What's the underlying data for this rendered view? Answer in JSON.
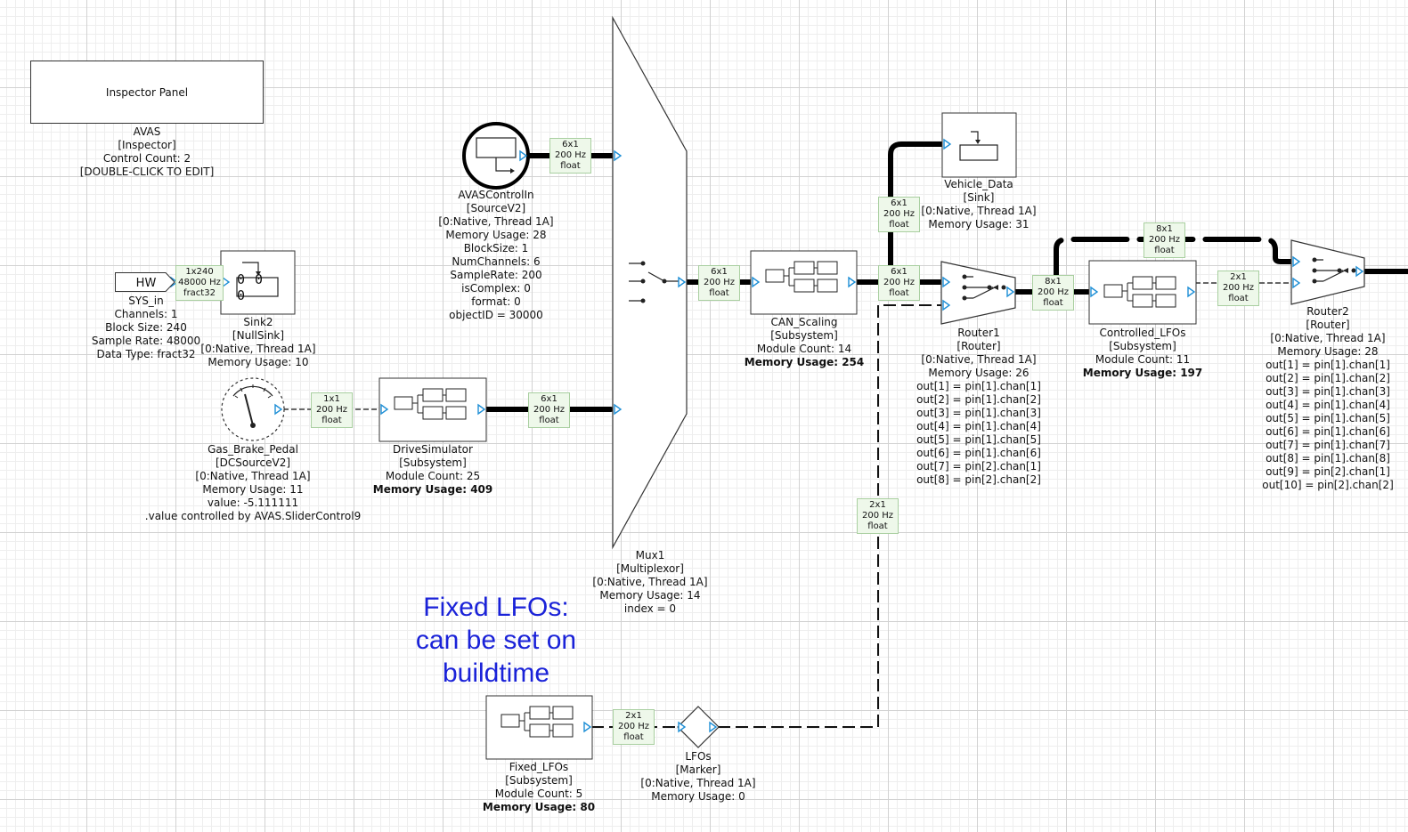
{
  "inspector": {
    "box_label": "Inspector Panel",
    "lines": [
      "AVAS",
      "[Inspector]",
      "Control Count: 2",
      "[DOUBLE-CLICK TO EDIT]"
    ]
  },
  "sys_in": {
    "box_label": "HW",
    "lines": [
      "SYS_in",
      "Channels: 1",
      "Block Size: 240",
      "Sample Rate: 48000",
      "Data Type: fract32"
    ]
  },
  "sink2": {
    "display": "0 0 0",
    "lines": [
      "Sink2",
      "[NullSink]",
      "[0:Native, Thread 1A]",
      "Memory Usage: 10"
    ]
  },
  "gas_brake_pedal": {
    "lines": [
      "Gas_Brake_Pedal",
      "[DCSourceV2]",
      "[0:Native, Thread 1A]",
      "Memory Usage: 11",
      "value: -5.111111",
      ".value controlled by AVAS.SliderControl9"
    ]
  },
  "drive_simulator": {
    "lines": [
      "DriveSimulator",
      "[Subsystem]",
      "Module Count: 25"
    ],
    "bold_line": "Memory Usage: 409"
  },
  "avas_control_in": {
    "lines": [
      "AVASControlIn",
      "[SourceV2]",
      "[0:Native, Thread 1A]",
      "Memory Usage: 28",
      "BlockSize: 1",
      "NumChannels: 6",
      "SampleRate: 200",
      "isComplex: 0",
      "format: 0",
      "objectID = 30000"
    ]
  },
  "mux1": {
    "lines": [
      "Mux1",
      "[Multiplexor]",
      "[0:Native, Thread 1A]",
      "Memory Usage: 14",
      "index = 0"
    ]
  },
  "can_scaling": {
    "lines": [
      "CAN_Scaling",
      "[Subsystem]",
      "Module Count: 14"
    ],
    "bold_line": "Memory Usage: 254"
  },
  "vehicle_data": {
    "lines": [
      "Vehicle_Data",
      "[Sink]",
      "[0:Native, Thread 1A]",
      "Memory Usage: 31"
    ]
  },
  "router1": {
    "lines": [
      "Router1",
      "[Router]",
      "[0:Native, Thread 1A]",
      "Memory Usage: 26",
      "out[1] = pin[1].chan[1]",
      "out[2] = pin[1].chan[2]",
      "out[3] = pin[1].chan[3]",
      "out[4] = pin[1].chan[4]",
      "out[5] = pin[1].chan[5]",
      "out[6] = pin[1].chan[6]",
      "out[7] = pin[2].chan[1]",
      "out[8] = pin[2].chan[2]"
    ]
  },
  "controlled_lfos": {
    "lines": [
      "Controlled_LFOs",
      "[Subsystem]",
      "Module Count: 11"
    ],
    "bold_line": "Memory Usage: 197"
  },
  "router2": {
    "lines": [
      "Router2",
      "[Router]",
      "[0:Native, Thread 1A]",
      "Memory Usage: 28",
      "out[1] = pin[1].chan[1]",
      "out[2] = pin[1].chan[2]",
      "out[3] = pin[1].chan[3]",
      "out[4] = pin[1].chan[4]",
      "out[5] = pin[1].chan[5]",
      "out[6] = pin[1].chan[6]",
      "out[7] = pin[1].chan[7]",
      "out[8] = pin[1].chan[8]",
      "out[9] = pin[2].chan[1]",
      "out[10] = pin[2].chan[2]"
    ]
  },
  "fixed_lfos": {
    "lines": [
      "Fixed_LFOs",
      "[Subsystem]",
      "Module Count: 5"
    ],
    "bold_line": "Memory Usage: 80"
  },
  "lfos_marker": {
    "lines": [
      "LFOs",
      "[Marker]",
      "[0:Native, Thread 1A]",
      "Memory Usage: 0"
    ]
  },
  "annotation": {
    "lines": [
      "Fixed LFOs:",
      "can be set on",
      "buildtime"
    ],
    "color": "#1a22d8"
  },
  "wire_badges": [
    {
      "id": "sysin-sink2",
      "lines": [
        "1x240",
        "48000 Hz",
        "fract32"
      ]
    },
    {
      "id": "avasctl-mux",
      "lines": [
        "6x1",
        "200 Hz",
        "float"
      ]
    },
    {
      "id": "pedal-drive",
      "lines": [
        "1x1",
        "200 Hz",
        "float"
      ]
    },
    {
      "id": "drive-mux",
      "lines": [
        "6x1",
        "200 Hz",
        "float"
      ]
    },
    {
      "id": "mux-can",
      "lines": [
        "6x1",
        "200 Hz",
        "float"
      ]
    },
    {
      "id": "can-vehicle",
      "lines": [
        "6x1",
        "200 Hz",
        "float"
      ]
    },
    {
      "id": "can-router1",
      "lines": [
        "6x1",
        "200 Hz",
        "float"
      ]
    },
    {
      "id": "router1-lfos",
      "lines": [
        "8x1",
        "200 Hz",
        "float"
      ]
    },
    {
      "id": "top-router2",
      "lines": [
        "8x1",
        "200 Hz",
        "float"
      ]
    },
    {
      "id": "lfos-router2",
      "lines": [
        "2x1",
        "200 Hz",
        "float"
      ]
    },
    {
      "id": "marker-router1",
      "lines": [
        "2x1",
        "200 Hz",
        "float"
      ]
    },
    {
      "id": "fixed-marker",
      "lines": [
        "2x1",
        "200 Hz",
        "float"
      ]
    }
  ],
  "colors": {
    "pin": "#1e8fd6",
    "badge_fill": "#eef8ea",
    "badge_border": "#a9cfa0",
    "annotation": "#1a22d8"
  }
}
